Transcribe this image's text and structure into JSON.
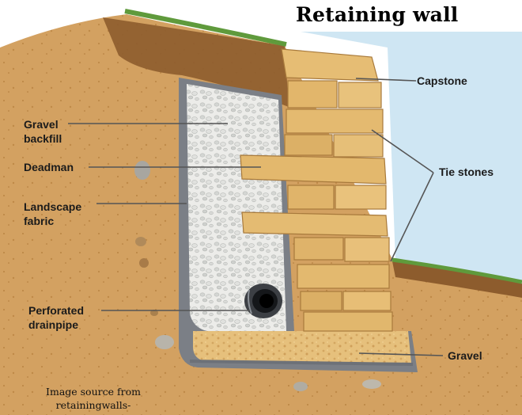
{
  "title": "Retaining wall",
  "labels": {
    "capstone": "Capstone",
    "tie_stones": "Tie stones",
    "gravel_backfill_line1": "Gravel",
    "gravel_backfill_line2": "backfill",
    "deadman": "Deadman",
    "landscape_fabric_line1": "Landscape",
    "landscape_fabric_line2": "fabric",
    "drainpipe_line1": "Perforated",
    "drainpipe_line2": "drainpipe",
    "gravel": "Gravel"
  },
  "credit": {
    "line1": "Image source from",
    "line2": "retainingwalls-landscaping.com"
  },
  "colors": {
    "sky": "#cfe6f3",
    "soil": "#cf9d5a",
    "topsoil": "#8a5a2b",
    "grass": "#5f9a3c",
    "stone": "#e2b86f",
    "gravel": "#e9e9e6",
    "fabric": "#7b7f86",
    "leader": "#555555"
  }
}
